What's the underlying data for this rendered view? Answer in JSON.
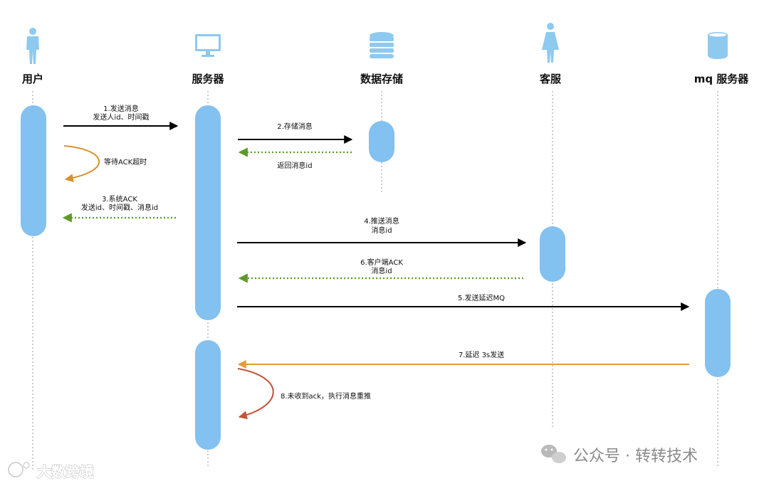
{
  "actors": [
    {
      "name": "用户",
      "icon": "person-icon"
    },
    {
      "name": "服务器",
      "icon": "monitor-icon"
    },
    {
      "name": "数据存储",
      "icon": "database-icon"
    },
    {
      "name": "客服",
      "icon": "person-female-icon"
    },
    {
      "name": "mq 服务器",
      "icon": "cylinder-icon"
    }
  ],
  "messages": {
    "m1": [
      "1.发送消息",
      "发送人id、时间戳"
    ],
    "m2": [
      "2.存储消息"
    ],
    "m2r": [
      "返回消息id"
    ],
    "m_wait": [
      "等待ACK超时"
    ],
    "m3": [
      "3.系统ACK",
      "发送id、时间戳、消息id"
    ],
    "m4": [
      "4.推送消息",
      "消息id"
    ],
    "m6": [
      "6.客户端ACK",
      "消息id"
    ],
    "m5": [
      "5.发送延迟MQ"
    ],
    "m7": [
      "7.延迟 3s发送"
    ],
    "m8": [
      "8.未收到ack，执行消息重推"
    ]
  },
  "watermark": {
    "right": "公众号 · 转转技术",
    "left": "大数跨境"
  },
  "colors": {
    "activation": "#82c1f0",
    "icon": "#8ec9ef",
    "solid_arrow": "#000000",
    "return_arrow": "#5e9a2a",
    "wait_arrow": "#d8912e",
    "delay_arrow": "#e69a3c",
    "retry_arrow": "#c4523a"
  }
}
